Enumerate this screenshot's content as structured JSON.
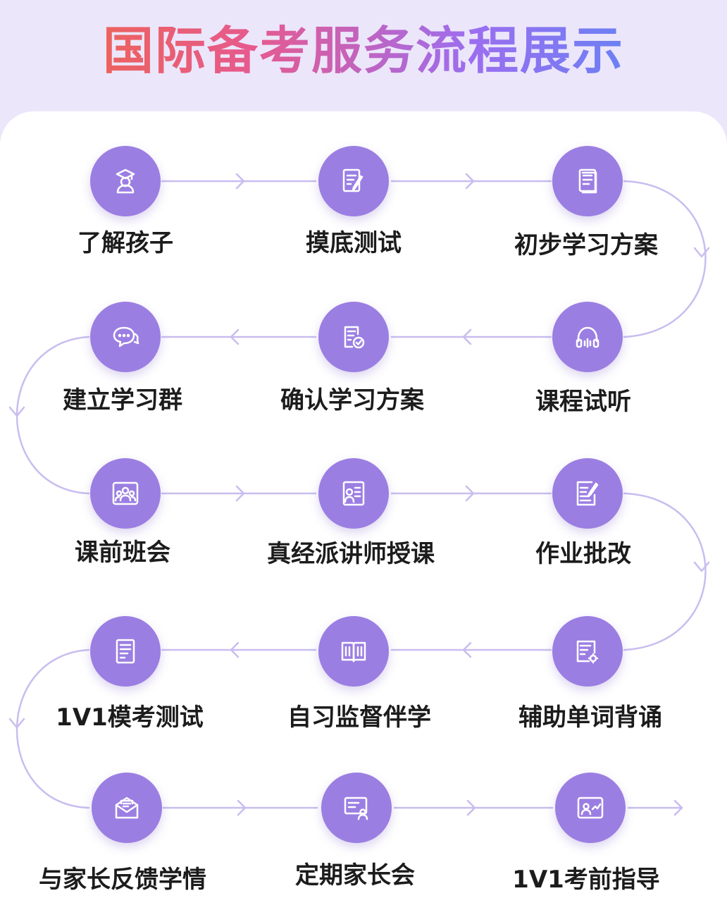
{
  "title": "国际备考服务流程展示",
  "colors": {
    "accent": "#9b7ee2",
    "line": "#c3b6ec",
    "text": "#1c1c1c"
  },
  "steps": [
    {
      "label": "了解孩子",
      "icon": "student-graduate-icon"
    },
    {
      "label": "摸底测试",
      "icon": "test-paper-pen-icon"
    },
    {
      "label": "初步学习方案",
      "icon": "document-list-icon"
    },
    {
      "label": "课程试听",
      "icon": "headphones-icon"
    },
    {
      "label": "确认学习方案",
      "icon": "document-check-icon"
    },
    {
      "label": "建立学习群",
      "icon": "chat-bubbles-icon"
    },
    {
      "label": "课前班会",
      "icon": "group-meeting-icon"
    },
    {
      "label": "真经派讲师授课",
      "icon": "teacher-board-icon"
    },
    {
      "label": "作业批改",
      "icon": "homework-edit-icon"
    },
    {
      "label": "辅助单词背诵",
      "icon": "vocabulary-card-icon"
    },
    {
      "label": "自习监督伴学",
      "icon": "open-book-icon"
    },
    {
      "label": "1V1模考测试",
      "icon": "exam-sheet-icon"
    },
    {
      "label": "与家长反馈学情",
      "icon": "mail-envelope-icon"
    },
    {
      "label": "定期家长会",
      "icon": "presentation-screen-icon"
    },
    {
      "label": "1V1考前指导",
      "icon": "guidance-card-icon"
    }
  ]
}
